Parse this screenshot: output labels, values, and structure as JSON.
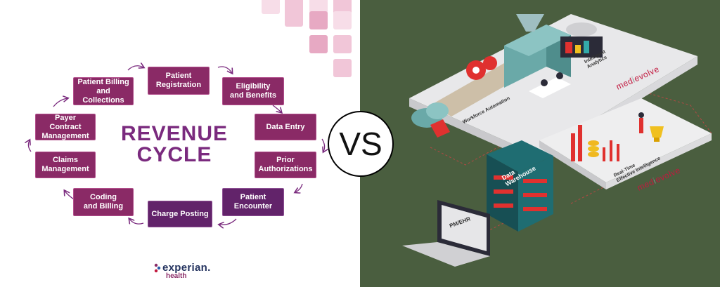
{
  "diagram": {
    "left": {
      "title_line1": "REVENUE",
      "title_line2": "CYCLE",
      "steps": [
        {
          "line1": "Patient",
          "line2": "Registration"
        },
        {
          "line1": "Eligibility",
          "line2": "and Benefits"
        },
        {
          "line1": "Data Entry",
          "line2": ""
        },
        {
          "line1": "Prior",
          "line2": "Authorizations"
        },
        {
          "line1": "Patient",
          "line2": "Encounter"
        },
        {
          "line1": "Charge Posting",
          "line2": ""
        },
        {
          "line1": "Coding",
          "line2": "and Billing"
        },
        {
          "line1": "Claims",
          "line2": "Management"
        },
        {
          "line1": "Payer Contract",
          "line2": "Management"
        },
        {
          "line1": "Patient Billing",
          "line2": "and Collections"
        }
      ],
      "logo": {
        "word": "experian.",
        "sub": "health"
      }
    },
    "center": {
      "vs": "VS"
    },
    "right": {
      "labels": {
        "workforce": "Workforce Automation",
        "analytics_line1": "Intelligent",
        "analytics_line2": "Analytics",
        "realtime_line1": "Real-Time",
        "realtime_line2": "Effective Intelligence",
        "warehouse_line1": "Data",
        "warehouse_line2": "Warehouse",
        "laptop": "PM/EHR"
      },
      "brand_a": "med",
      "brand_sep": "i",
      "brand_b": "evolve"
    },
    "colors": {
      "magenta": "#8a2a66",
      "purple": "#62236a",
      "title": "#7a2a7e",
      "brand_red": "#c2193f",
      "right_bg": "#4a5e3f"
    }
  }
}
